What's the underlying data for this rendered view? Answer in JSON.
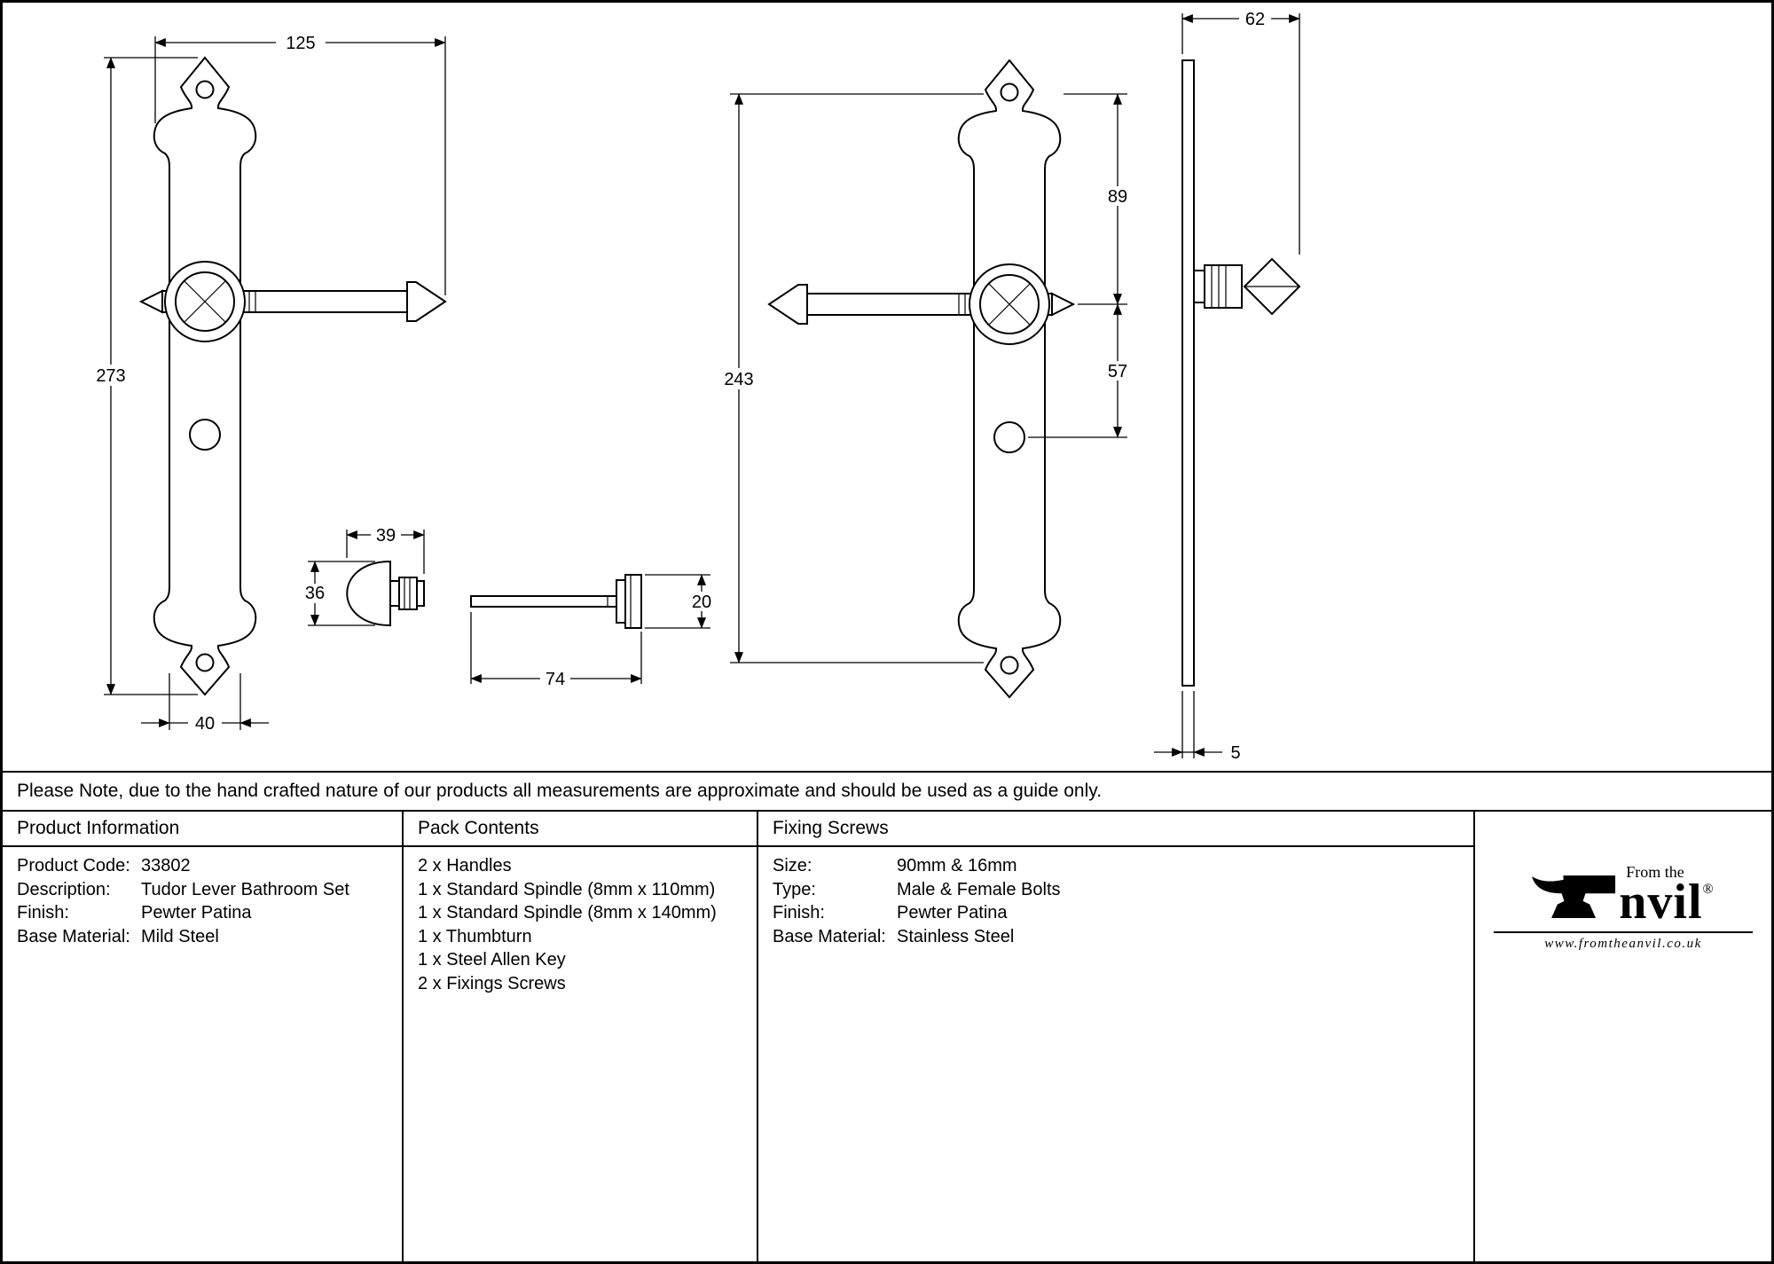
{
  "drawing": {
    "dims": {
      "lever_width": "125",
      "plate_full_height": "273",
      "plate_width": "40",
      "thumbturn_length": "39",
      "thumbturn_height": "36",
      "spindle_length": "74",
      "spindle_cap_diameter": "20",
      "plate_body_height": "243",
      "top_to_lever": "89",
      "lever_to_turn_hole": "57",
      "projection": "62",
      "plate_thickness": "5"
    }
  },
  "note": "Please Note, due to the hand crafted nature of our products all measurements are approximate and should be used as a guide only.",
  "product_info": {
    "header": "Product Information",
    "rows": [
      {
        "label": "Product Code:",
        "value": "33802"
      },
      {
        "label": "Description:",
        "value": "Tudor Lever Bathroom Set"
      },
      {
        "label": "Finish:",
        "value": "Pewter Patina"
      },
      {
        "label": "Base Material:",
        "value": "Mild Steel"
      }
    ]
  },
  "pack_contents": {
    "header": "Pack Contents",
    "items": [
      "2 x Handles",
      "1 x Standard Spindle (8mm x 110mm)",
      "1 x Standard Spindle (8mm x 140mm)",
      "1 x Thumbturn",
      "1 x Steel Allen Key",
      "2 x Fixings Screws"
    ]
  },
  "fixing_screws": {
    "header": "Fixing Screws",
    "rows": [
      {
        "label": "Size:",
        "value": "90mm & 16mm"
      },
      {
        "label": "Type:",
        "value": "Male & Female Bolts"
      },
      {
        "label": "Finish:",
        "value": "Pewter Patina"
      },
      {
        "label": "Base Material:",
        "value": "Stainless Steel"
      }
    ]
  },
  "brand": {
    "tagline": "From the",
    "name": "Anvil",
    "name_display": "nvil",
    "registered": "®",
    "website": "www.fromtheanvil.co.uk"
  }
}
